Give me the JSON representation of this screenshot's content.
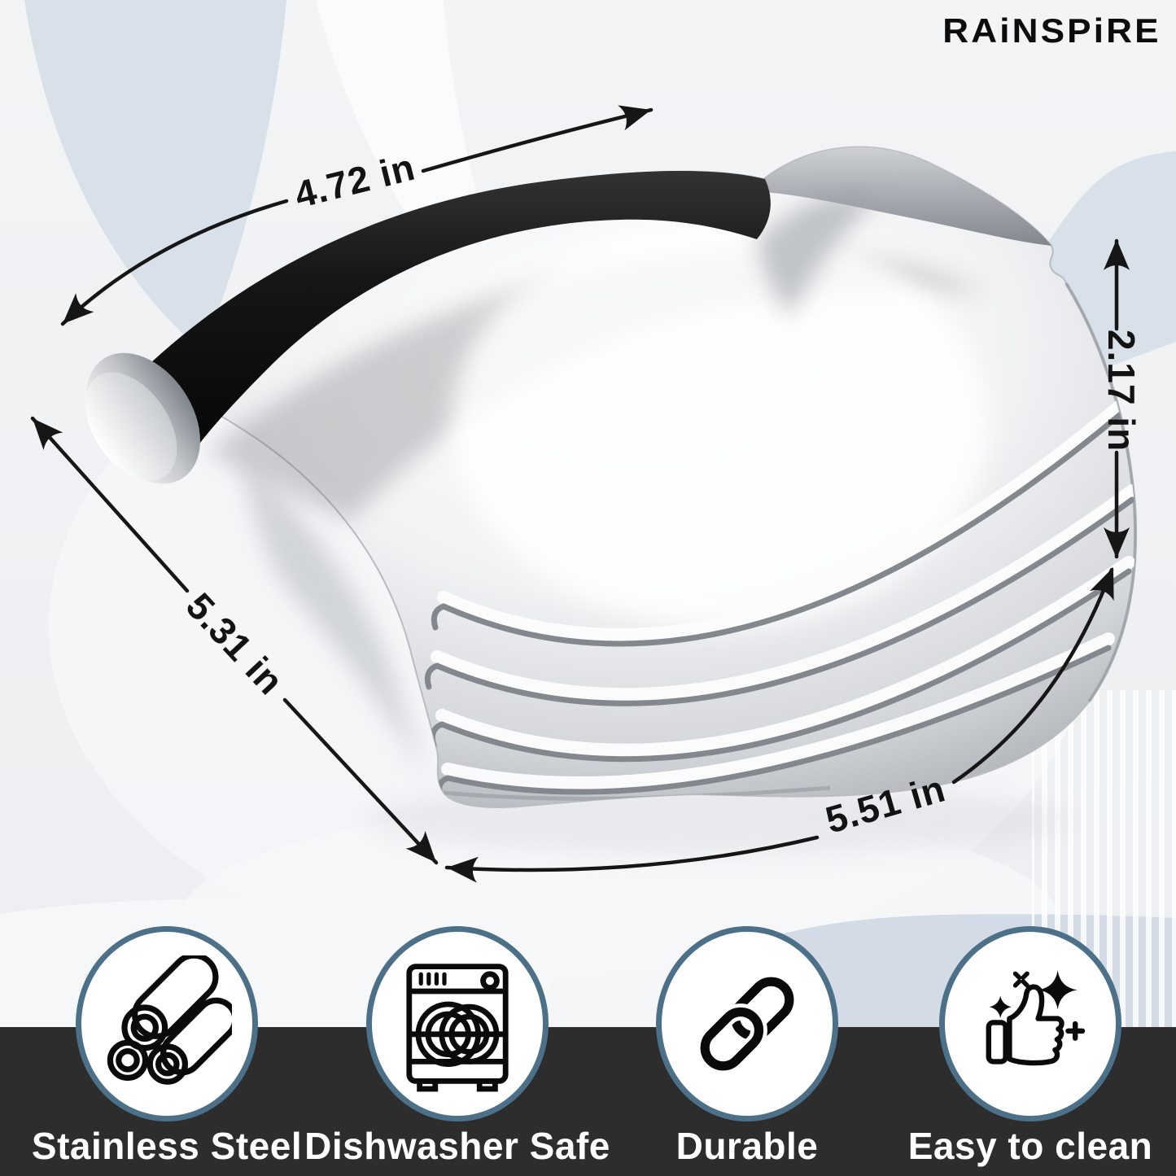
{
  "brand": {
    "logo_text": "RAiNSPiRE"
  },
  "dimensions": {
    "top_width": "4.72 in",
    "left_depth": "5.31 in",
    "right_height": "2.17 in",
    "bottom_width": "5.51 in"
  },
  "features": [
    {
      "label": "Stainless Steel",
      "icon": "steel-pipes-icon"
    },
    {
      "label": "Dishwasher Safe",
      "icon": "washing-machine-icon"
    },
    {
      "label": "Durable",
      "icon": "chain-link-icon"
    },
    {
      "label": "Easy to clean",
      "icon": "thumbs-up-sparkle-icon"
    }
  ],
  "colors": {
    "accent_blue": "#d8e0ea",
    "bottom_blue": "#d3dce6",
    "circle_border": "#4d7089",
    "band_dark": "#2d2d2d",
    "annotation": "#141414"
  }
}
